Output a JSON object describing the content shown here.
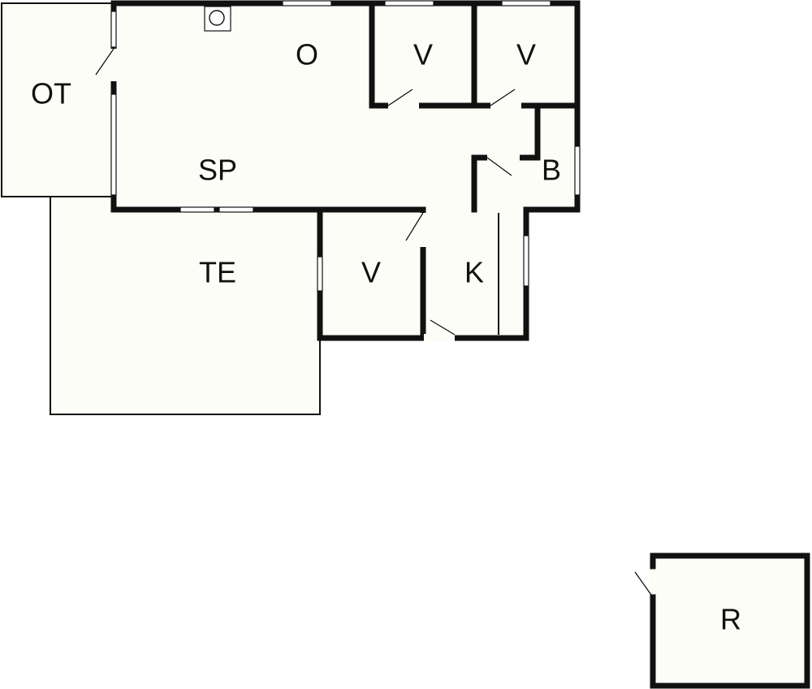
{
  "rooms": {
    "ot": "OT",
    "o": "O",
    "v1": "V",
    "v2": "V",
    "sp": "SP",
    "b": "B",
    "te": "TE",
    "v3": "V",
    "k": "K",
    "r": "R"
  }
}
